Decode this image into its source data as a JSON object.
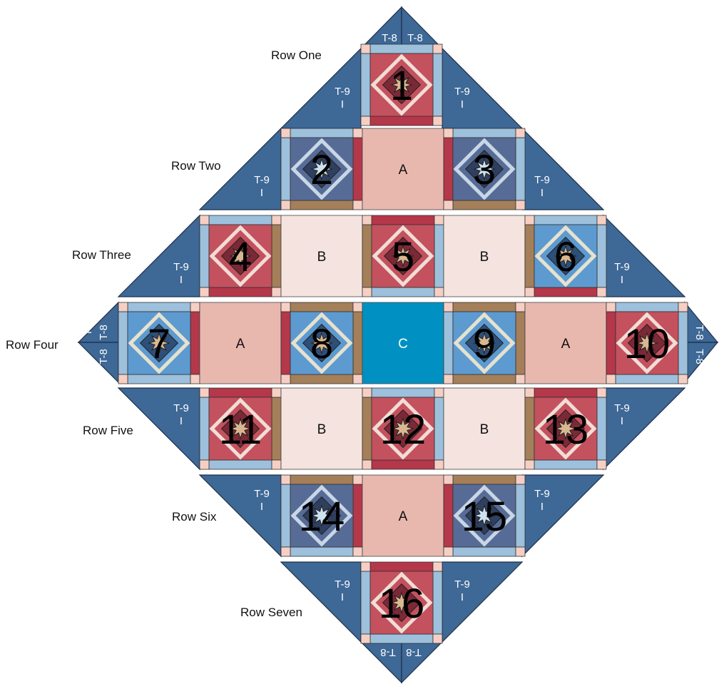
{
  "rows": [
    {
      "label": "Row One"
    },
    {
      "label": "Row Two"
    },
    {
      "label": "Row Three"
    },
    {
      "label": "Row Four"
    },
    {
      "label": "Row Five"
    },
    {
      "label": "Row Six"
    },
    {
      "label": "Row Seven"
    }
  ],
  "triangle_labels": {
    "side": "T-9",
    "corner": "T-8",
    "piece": "I"
  },
  "blocks": [
    {
      "number": "1",
      "style": "red"
    },
    {
      "number": "2",
      "style": "navy"
    },
    {
      "number": "3",
      "style": "navy"
    },
    {
      "number": "4",
      "style": "red"
    },
    {
      "number": "5",
      "style": "red"
    },
    {
      "number": "6",
      "style": "blue"
    },
    {
      "number": "7",
      "style": "blue"
    },
    {
      "number": "8",
      "style": "blue"
    },
    {
      "number": "9",
      "style": "blue"
    },
    {
      "number": "10",
      "style": "red"
    },
    {
      "number": "11",
      "style": "red"
    },
    {
      "number": "12",
      "style": "red"
    },
    {
      "number": "13",
      "style": "red"
    },
    {
      "number": "14",
      "style": "navy"
    },
    {
      "number": "15",
      "style": "navy"
    },
    {
      "number": "16",
      "style": "red"
    }
  ],
  "setting_squares": {
    "A": {
      "label": "A",
      "color": "#e8b8ae"
    },
    "B": {
      "label": "B",
      "color": "#f4e3df"
    },
    "C": {
      "label": "C",
      "color": "#0091c2"
    }
  },
  "colors": {
    "triangle": "#3e6896",
    "triangle_edge": "#1d2f48",
    "sashing_light": "#9dc0dc",
    "sashing_red": "#b5374a",
    "sashing_tan": "#a57f59",
    "cornerstone": "#f6cfc4",
    "red_block": "#c4515e",
    "navy_block": "#566c96",
    "blue_block": "#5d9ad0",
    "star_tan": "#d9b891",
    "star_blue": "#cfe2f0"
  }
}
